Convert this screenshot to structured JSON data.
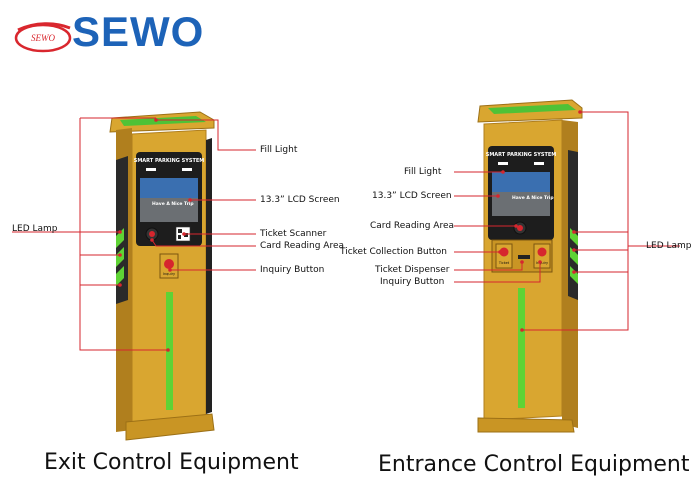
{
  "brand": {
    "name": "SEWO",
    "emblem_text": "SEWO",
    "color": "#1d63b8",
    "accent": "#d9272e"
  },
  "exit": {
    "caption": "Exit Control Equipment",
    "screen_title": "SMART PARKING SYSTEM",
    "screen_text": "Have A Nice Trip",
    "button_text": "Inquiry",
    "labels": {
      "fill_light": "Fill Light",
      "lcd_screen": "13.3” LCD Screen",
      "ticket_scanner": "Ticket Scanner",
      "card_reading": "Card Reading Area",
      "inquiry_button": "Inquiry Button",
      "led_lamp": "LED Lamp"
    }
  },
  "entrance": {
    "caption": "Entrance Control Equipment",
    "screen_title": "SMART PARKING SYSTEM",
    "screen_text": "Have A Nice Trip",
    "button_ticket": "Ticket",
    "button_inquiry": "Inquiry",
    "labels": {
      "fill_light": "Fill Light",
      "lcd_screen": "13.3” LCD Screen",
      "card_reading": "Card Reading Area",
      "ticket_collection": "Ticket Collection Button",
      "ticket_dispenser": "Ticket Dispenser",
      "inquiry_button": "Inquiry Button",
      "led_lamp": "LED Lamp"
    }
  },
  "colors": {
    "body_gold": "#d9a630",
    "body_shadow": "#b07f1e",
    "green_light": "#5fd335",
    "leader_line": "#d6262e",
    "screen_dark": "#1d1d1d"
  }
}
